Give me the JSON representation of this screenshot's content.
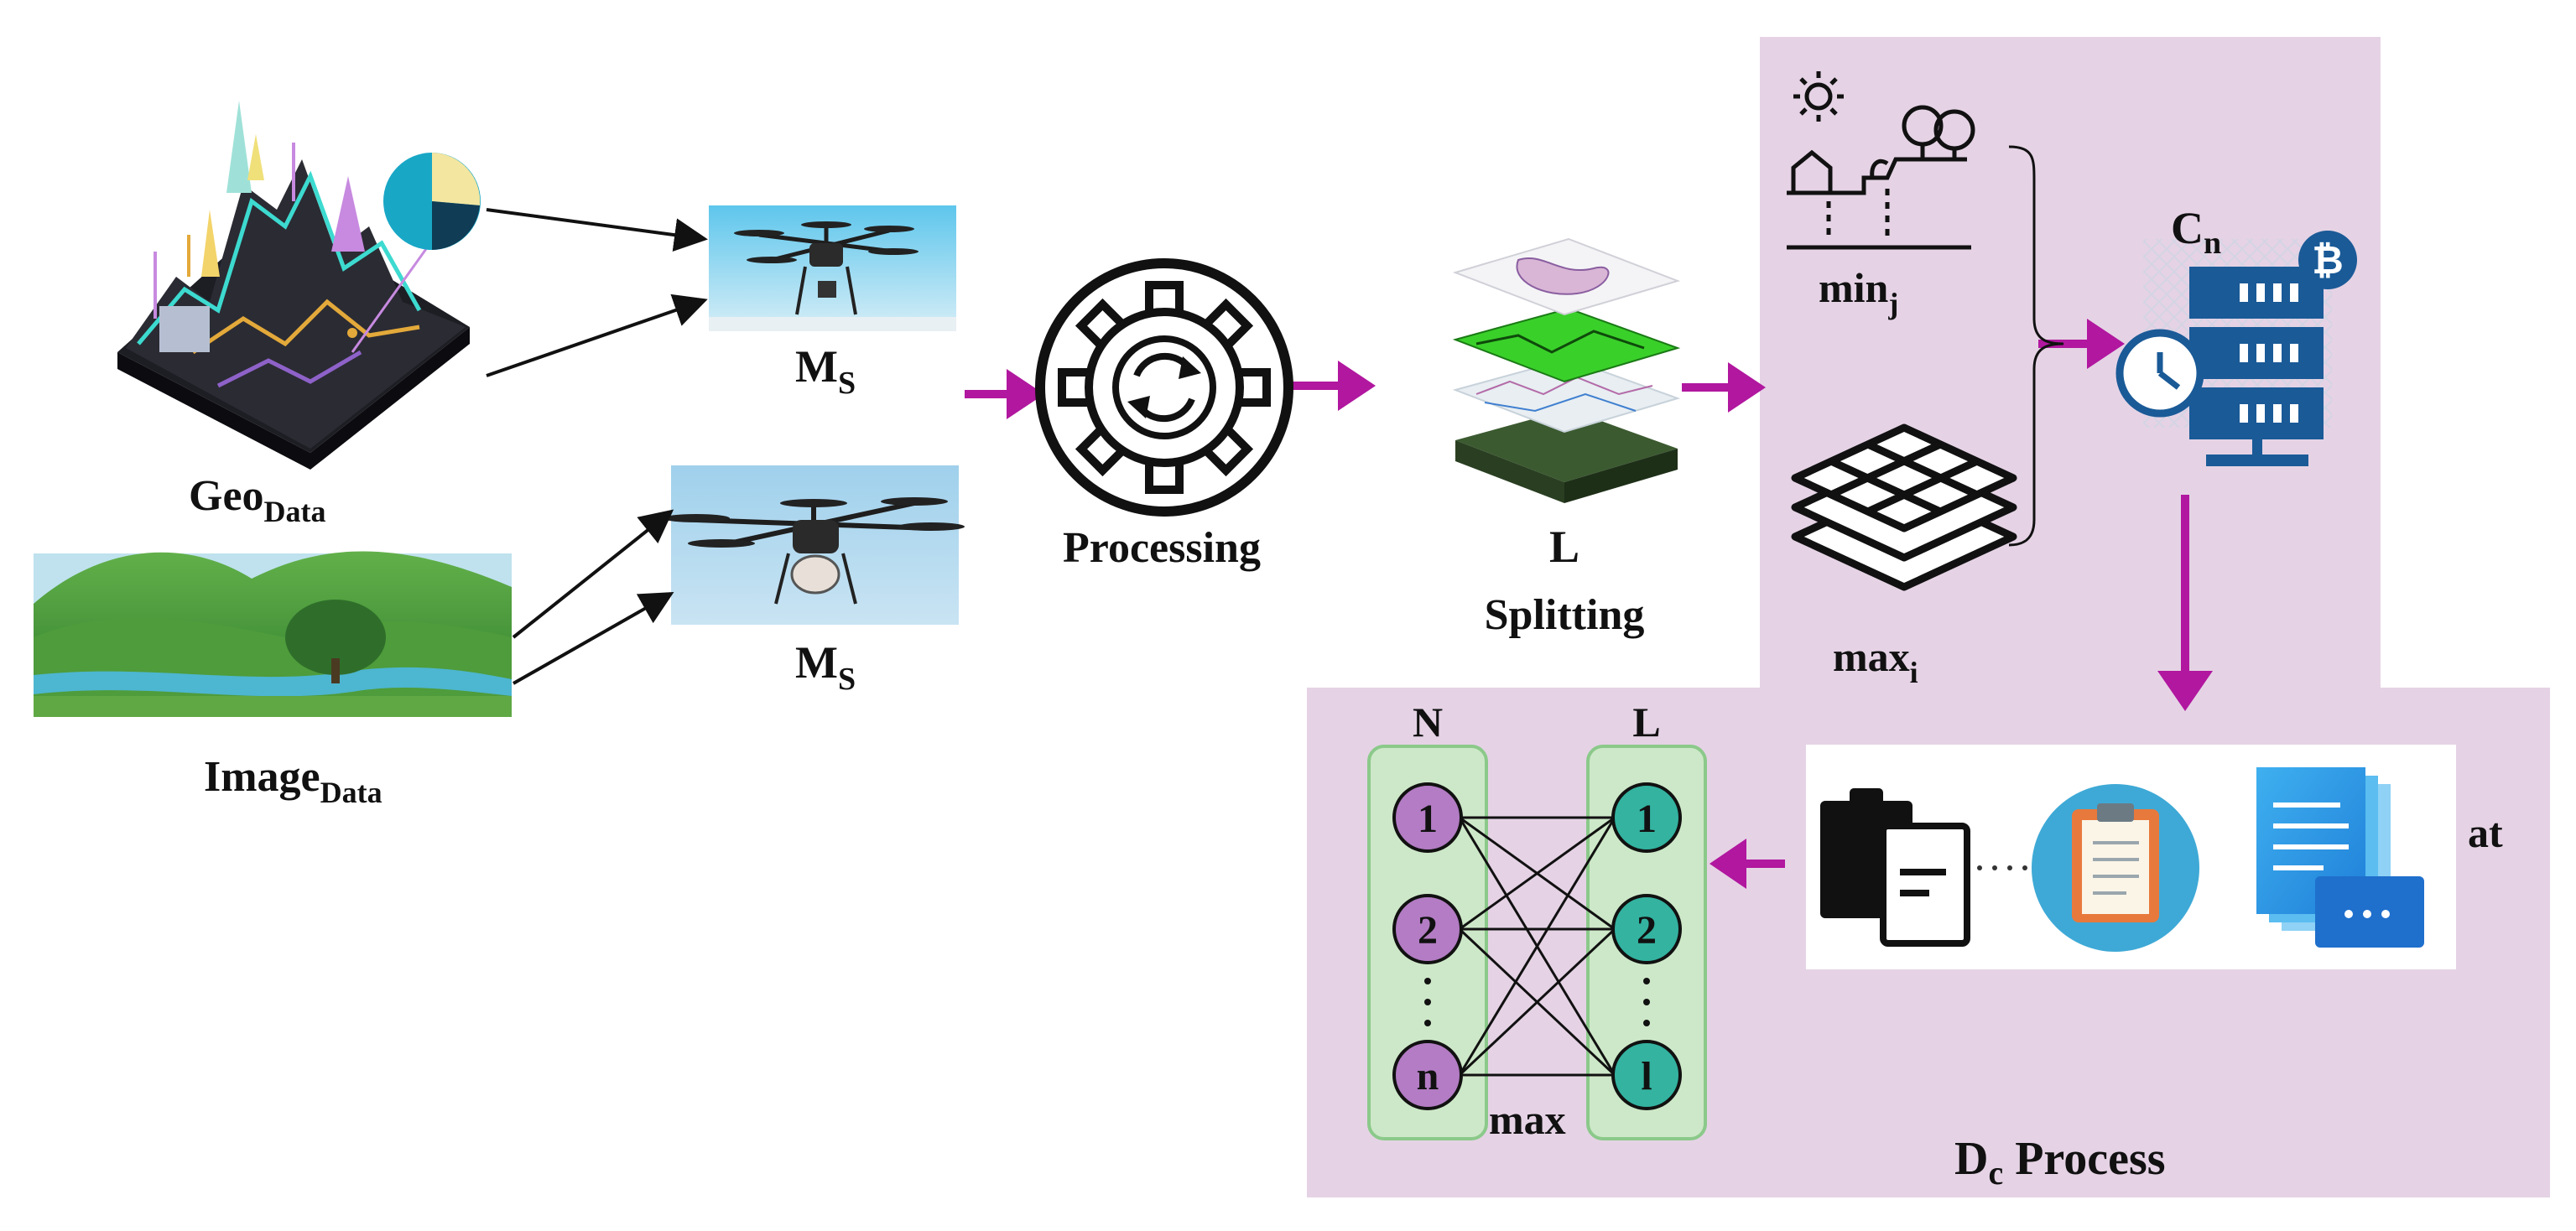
{
  "labels": {
    "geo_main": "Geo",
    "geo_sub": "Data",
    "image_main": "Image",
    "image_sub": "Data",
    "ms_top_main": "M",
    "ms_top_sub": "S",
    "ms_bottom_main": "M",
    "ms_bottom_sub": "S",
    "processing": "Processing",
    "layer_letter": "L",
    "splitting": "Splitting",
    "min_main": "min",
    "min_sub": "j",
    "max_main": "max",
    "max_sub": "i",
    "cn_main": "C",
    "cn_sub": "n",
    "bitcoin_glyph": "₿",
    "network_left_header": "N",
    "network_right_header": "L",
    "network_max": "max",
    "dc_main": "D",
    "dc_sub": "c",
    "dc_rest": " Process",
    "at_text": "at"
  },
  "network": {
    "left_nodes": [
      "1",
      "2",
      "n"
    ],
    "right_nodes": [
      "1",
      "2",
      "l"
    ]
  },
  "icons": {
    "geo": "3d-terrain-chart-icon",
    "landscape": "landscape-photo-icon",
    "drone_top": "hexacopter-drone-photo",
    "drone_bottom": "agricultural-drone-photo",
    "processing": "gear-sync-icon",
    "layers": "map-layers-stack-icon",
    "environment": "sun-house-trees-icon",
    "grid_layers": "grid-layers-icon",
    "server": "server-clock-icon",
    "bitcoin": "bitcoin-icon",
    "documents": "clipboard-documents-icon"
  },
  "colors": {
    "arrow_magenta": "#b1179f",
    "panel_lavender": "#e5d3e5",
    "node_purple": "#b37cc4",
    "node_teal": "#33b3a0",
    "network_box": "#cde8c8",
    "network_box_border": "#8bc98a",
    "server_blue": "#1a5a97"
  }
}
